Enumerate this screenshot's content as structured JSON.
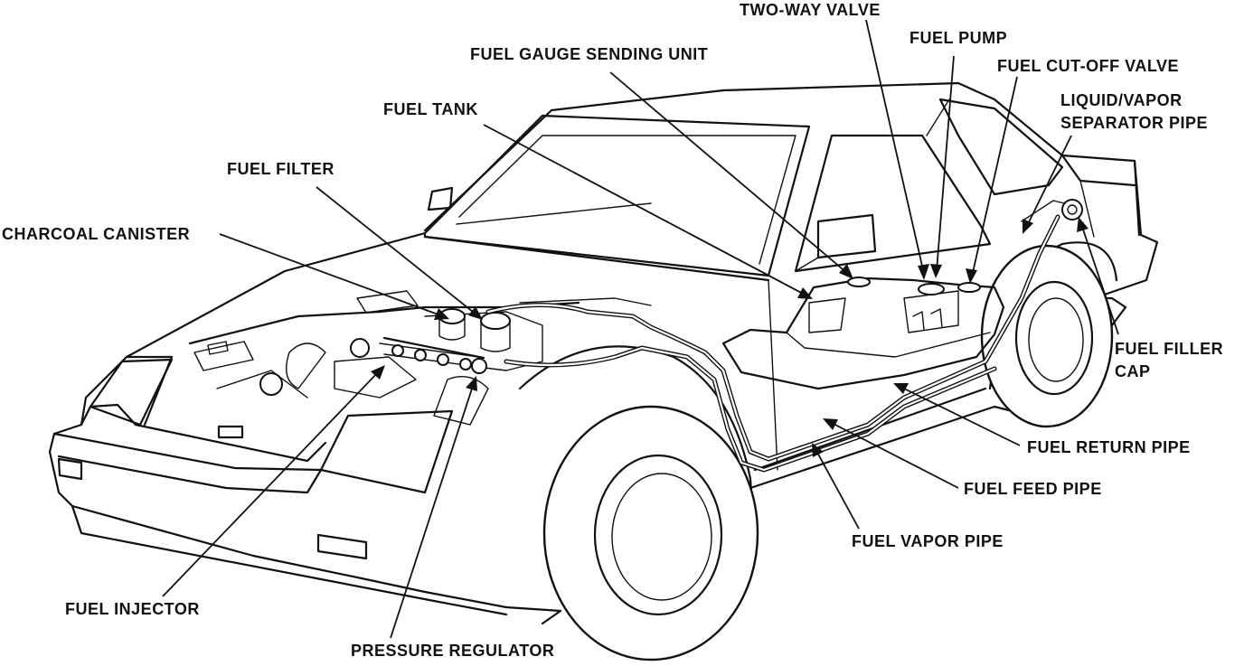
{
  "labels": {
    "two_way_valve": "TWO-WAY VALVE",
    "fuel_pump": "FUEL PUMP",
    "fuel_gauge_sending_unit": "FUEL GAUGE SENDING UNIT",
    "fuel_cut_off_valve": "FUEL CUT-OFF VALVE",
    "liquid_vapor_separator_pipe_line1": "LIQUID/VAPOR",
    "liquid_vapor_separator_pipe_line2": "SEPARATOR PIPE",
    "fuel_tank": "FUEL TANK",
    "fuel_filter": "FUEL FILTER",
    "charcoal_canister": "CHARCOAL CANISTER",
    "fuel_filler_cap_line1": "FUEL FILLER",
    "fuel_filler_cap_line2": "CAP",
    "fuel_return_pipe": "FUEL RETURN PIPE",
    "fuel_feed_pipe": "FUEL FEED PIPE",
    "fuel_vapor_pipe": "FUEL VAPOR PIPE",
    "fuel_injector": "FUEL INJECTOR",
    "pressure_regulator": "PRESSURE REGULATOR"
  }
}
